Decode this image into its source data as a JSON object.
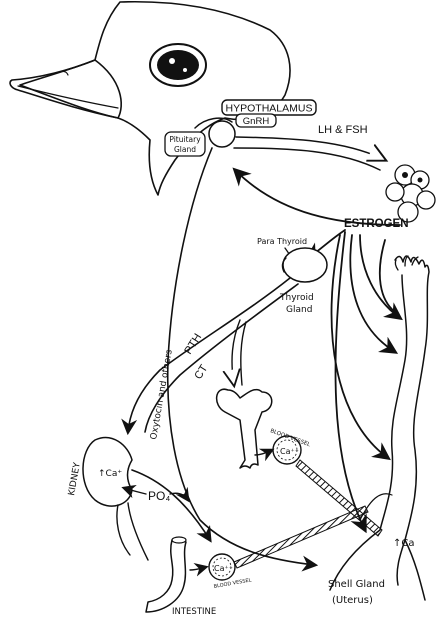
{
  "diagram": {
    "labels": {
      "hypothalamus": "HYPOTHALAMUS",
      "gnrh": "GnRH",
      "pituitary_line1": "Pituitary",
      "pituitary_line2": "Gland",
      "lh_fsh": "LH & FSH",
      "estrogen": "ESTROGEN",
      "parathyroid": "Para Thyroid",
      "thyroid_line1": "Thyroid",
      "thyroid_line2": "Gland",
      "pth": "PTH",
      "ct": "CT",
      "oxytocin": "Oxytocin and others",
      "kidney": "KIDNEY",
      "kidney_ca": "↑Ca⁺",
      "po4": "PO₄",
      "blood_vessel": "BLOOD VESSEL",
      "blood_vessel_ca": "Ca⁺⁺",
      "intestine": "INTESTINE",
      "intestine_ca": "Ca⁺⁺",
      "intestine_blood": "BLOOD VESSEL",
      "shell_gland_ca": "↑Ca",
      "shell_gland_line1": "Shell Gland",
      "shell_gland_line2": "(Uterus)"
    },
    "colors": {
      "ink": "#111111",
      "paper": "#ffffff"
    },
    "icons": [
      "bird-head-icon",
      "ovary-icon",
      "oviduct-icon",
      "thyroid-icon",
      "kidney-icon",
      "intestine-icon",
      "blood-vessel-icon"
    ]
  }
}
